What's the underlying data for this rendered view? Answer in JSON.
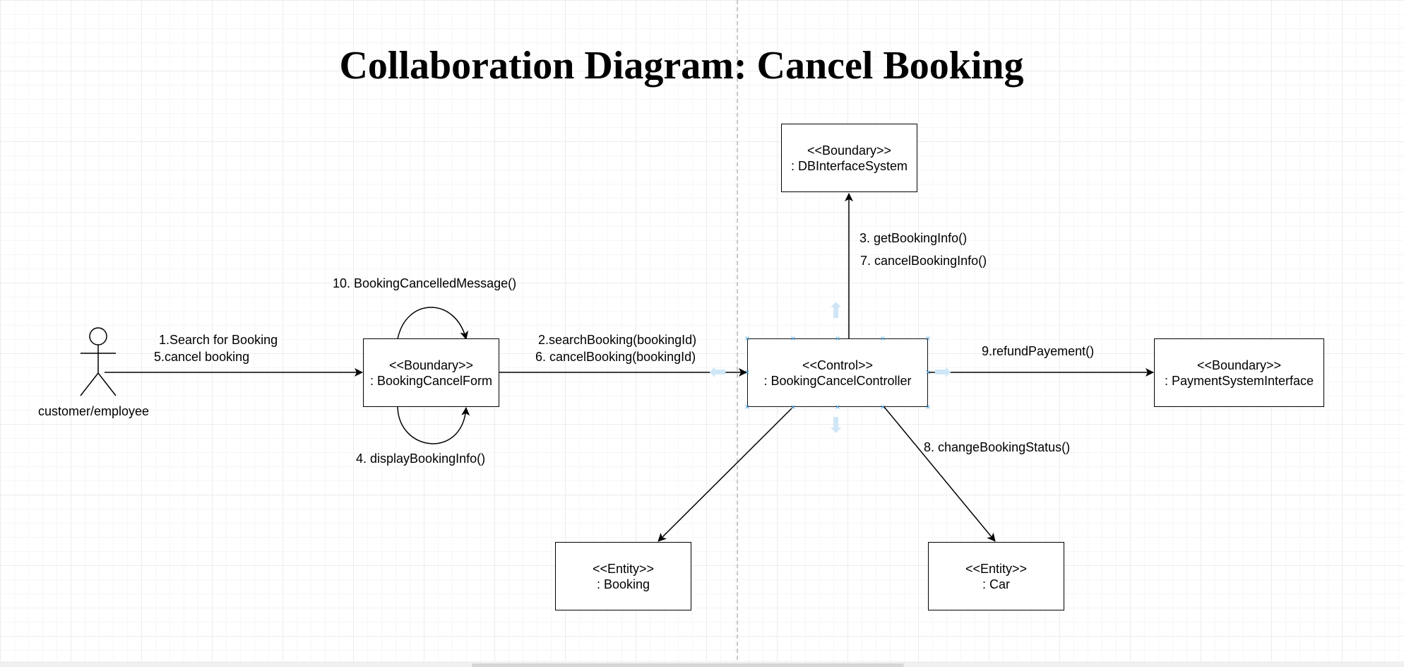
{
  "title": "Collaboration Diagram: Cancel Booking",
  "actor": {
    "name": "customer/employee"
  },
  "objects": {
    "form": {
      "stereotype": "<<Boundary>>",
      "name": ": BookingCancelForm"
    },
    "controller": {
      "stereotype": "<<Control>>",
      "name": ": BookingCancelController"
    },
    "db": {
      "stereotype": "<<Boundary>>",
      "name": ": DBInterfaceSystem"
    },
    "payment": {
      "stereotype": "<<Boundary>>",
      "name": ": PaymentSystemInterface"
    },
    "booking": {
      "stereotype": "<<Entity>>",
      "name": ": Booking"
    },
    "car": {
      "stereotype": "<<Entity>>",
      "name": ": Car"
    }
  },
  "messages": {
    "m1": "1.Search for Booking",
    "m5": "5.cancel booking",
    "m2": "2.searchBooking(bookingId)",
    "m6": "6.  cancelBooking(bookingId)",
    "m3": "3. getBookingInfo()",
    "m7": "7. cancelBookingInfo()",
    "m4": "4. displayBookingInfo()",
    "m10": "10. BookingCancelledMessage()",
    "m8": "8. changeBookingStatus()",
    "m9": "9.refundPayement()"
  }
}
